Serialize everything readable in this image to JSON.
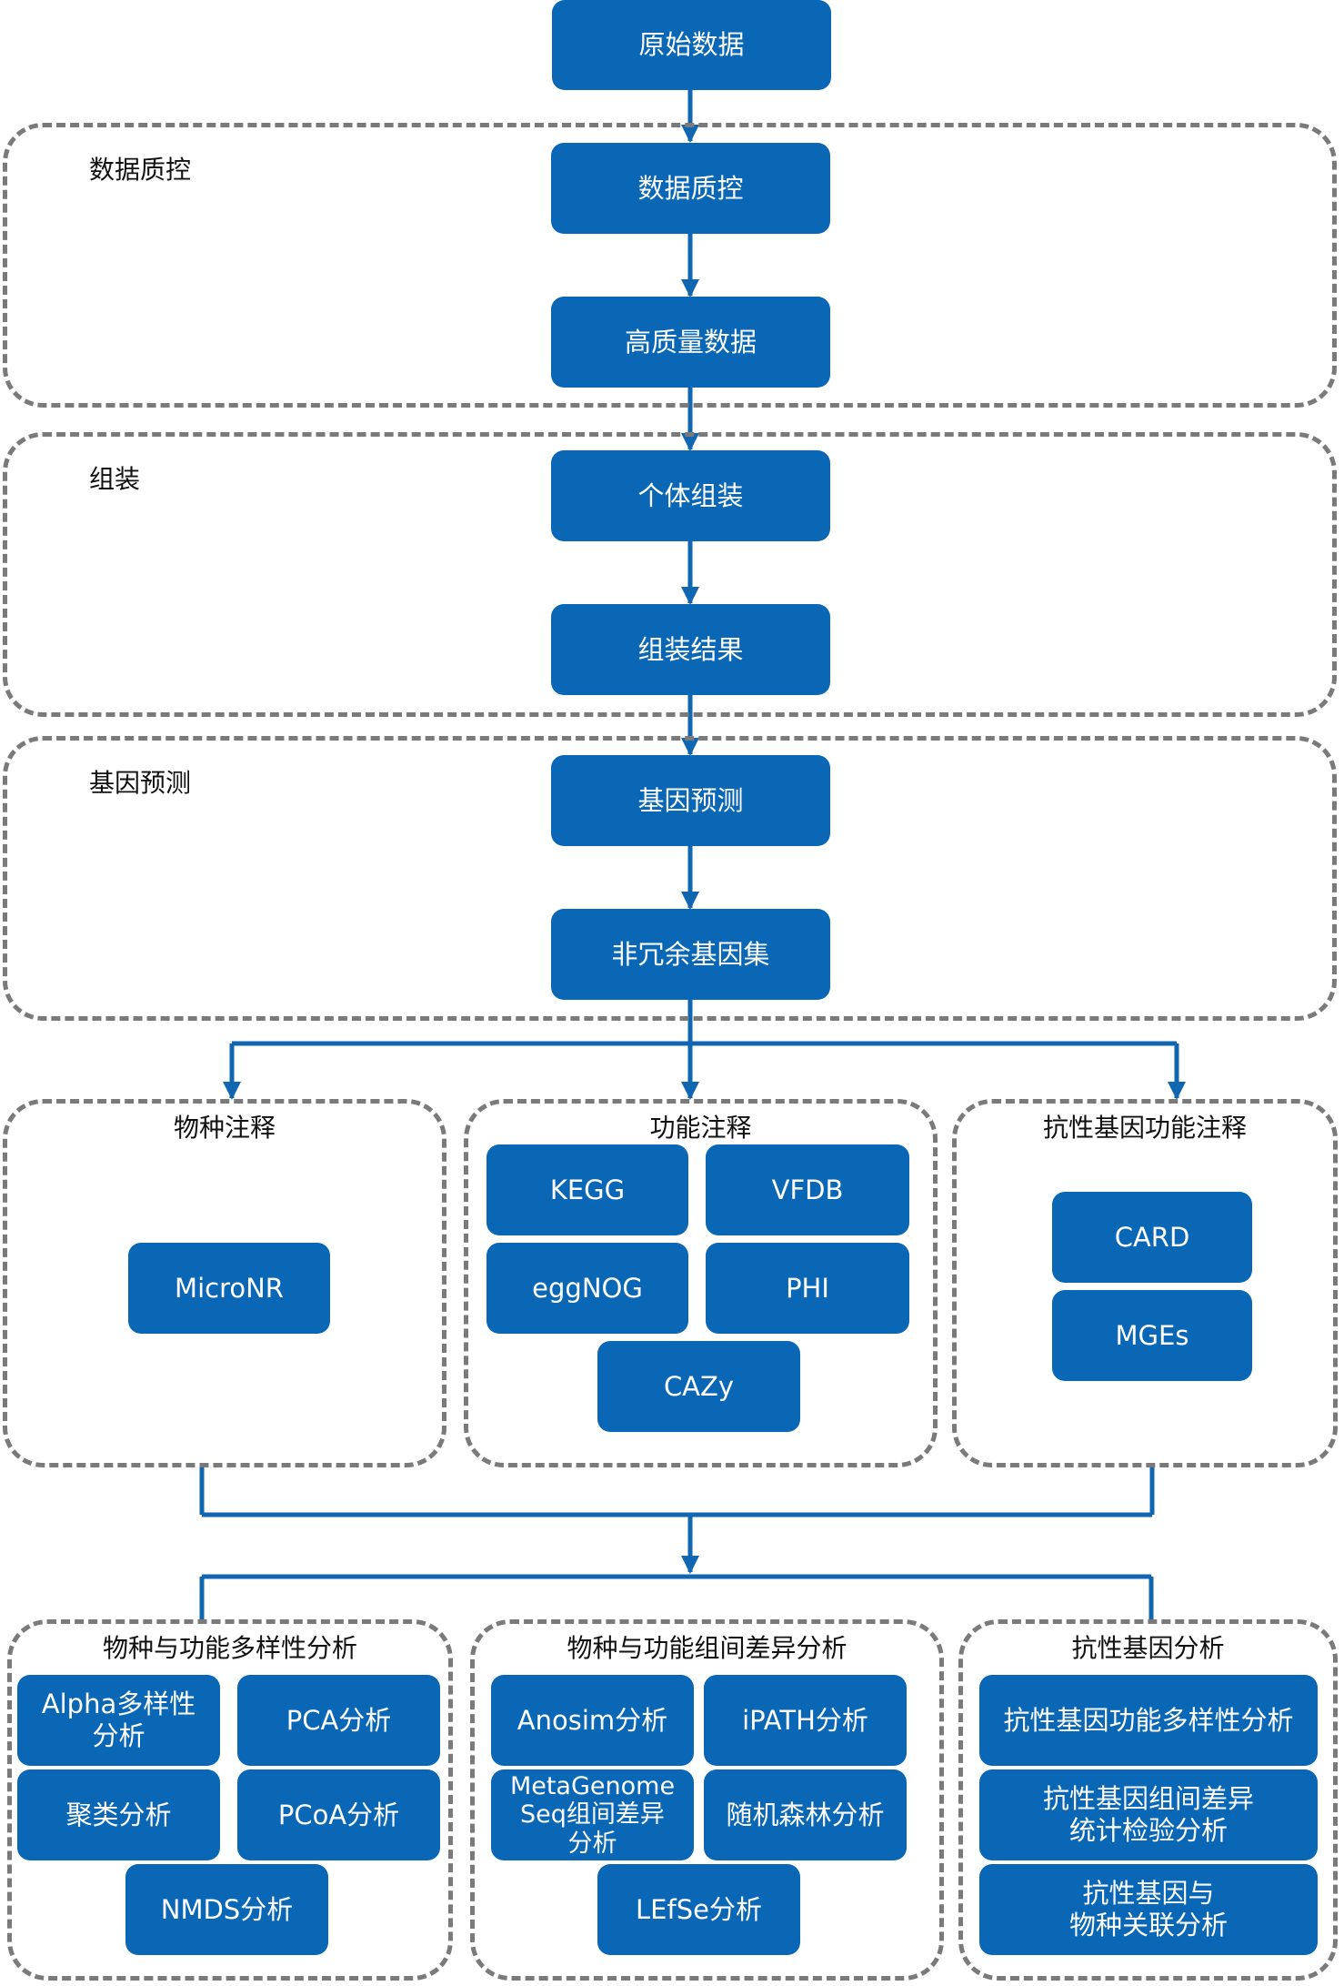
{
  "colors": {
    "node": "#0a67b5",
    "line": "#1066b0",
    "dash": "#7a7a7a"
  },
  "flow": {
    "raw": "原始数据",
    "qc": "数据质控",
    "hq": "高质量数据",
    "assembly": "个体组装",
    "assembly_result": "组装结果",
    "gene_pred": "基因预测",
    "nr_geneset": "非冗余基因集"
  },
  "groups": {
    "qc": "数据质控",
    "assembly": "组装",
    "gene_pred": "基因预测",
    "species_anno": "物种注释",
    "func_anno": "功能注释",
    "arg_anno": "抗性基因功能注释",
    "diversity": "物种与功能多样性分析",
    "group_diff": "物种与功能组间差异分析",
    "arg_analysis": "抗性基因分析"
  },
  "species_anno": {
    "micronr": "MicroNR"
  },
  "func_anno": {
    "kegg": "KEGG",
    "vfdb": "VFDB",
    "eggnog": "eggNOG",
    "phi": "PHI",
    "cazy": "CAZy"
  },
  "arg_anno": {
    "card": "CARD",
    "mges": "MGEs"
  },
  "diversity": {
    "alpha": "Alpha多样性\n分析",
    "pca": "PCA分析",
    "cluster": "聚类分析",
    "pcoa": "PCoA分析",
    "nmds": "NMDS分析"
  },
  "group_diff": {
    "anosim": "Anosim分析",
    "ipath": "iPATH分析",
    "metagenomeseq": "MetaGenome\nSeq组间差异\n分析",
    "rf": "随机森林分析",
    "lefse": "LEfSe分析"
  },
  "arg_analysis": {
    "div": "抗性基因功能多样性分析",
    "test": "抗性基因组间差异\n统计检验分析",
    "assoc": "抗性基因与\n物种关联分析"
  }
}
